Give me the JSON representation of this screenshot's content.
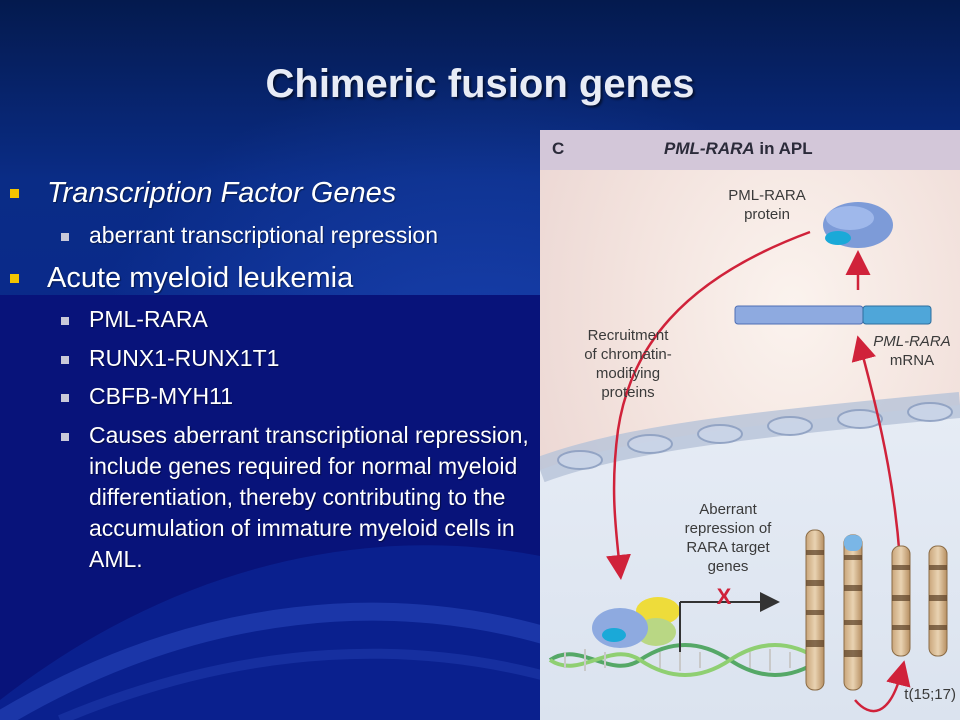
{
  "slide": {
    "title": "Chimeric fusion genes"
  },
  "bullets": [
    {
      "text": "Transcription Factor Genes",
      "sub": [
        "aberrant transcriptional repression"
      ]
    },
    {
      "text": "Acute myeloid leukemia",
      "sub": [
        "PML-RARA",
        "RUNX1-RUNX1T1",
        "CBFB-MYH11",
        "Causes aberrant transcriptional repression, include genes required for normal myeloid differentiation, thereby contributing to the accumulation of immature myeloid cells in AML."
      ]
    }
  ],
  "figure": {
    "panel_letter": "C",
    "title_gene": "PML-RARA",
    "title_rest": " in APL",
    "protein_label_1": "PML-RARA",
    "protein_label_2": "protein",
    "mrna_label_1": "PML-RARA",
    "mrna_label_2": "mRNA",
    "recruit_label": [
      "Recruitment",
      "of chromatin-",
      "modifying",
      "proteins"
    ],
    "aberrant_label": [
      "Aberrant",
      "repression of",
      "RARA target",
      "genes"
    ],
    "block_mark": "X",
    "translocation_label": "t(15;17)"
  },
  "colors": {
    "bullet_level1": "#f2c400",
    "bullet_level2": "#c9c9d9",
    "arrow_red": "#d0223a",
    "figure_header_bg": "#d3c7d9"
  }
}
